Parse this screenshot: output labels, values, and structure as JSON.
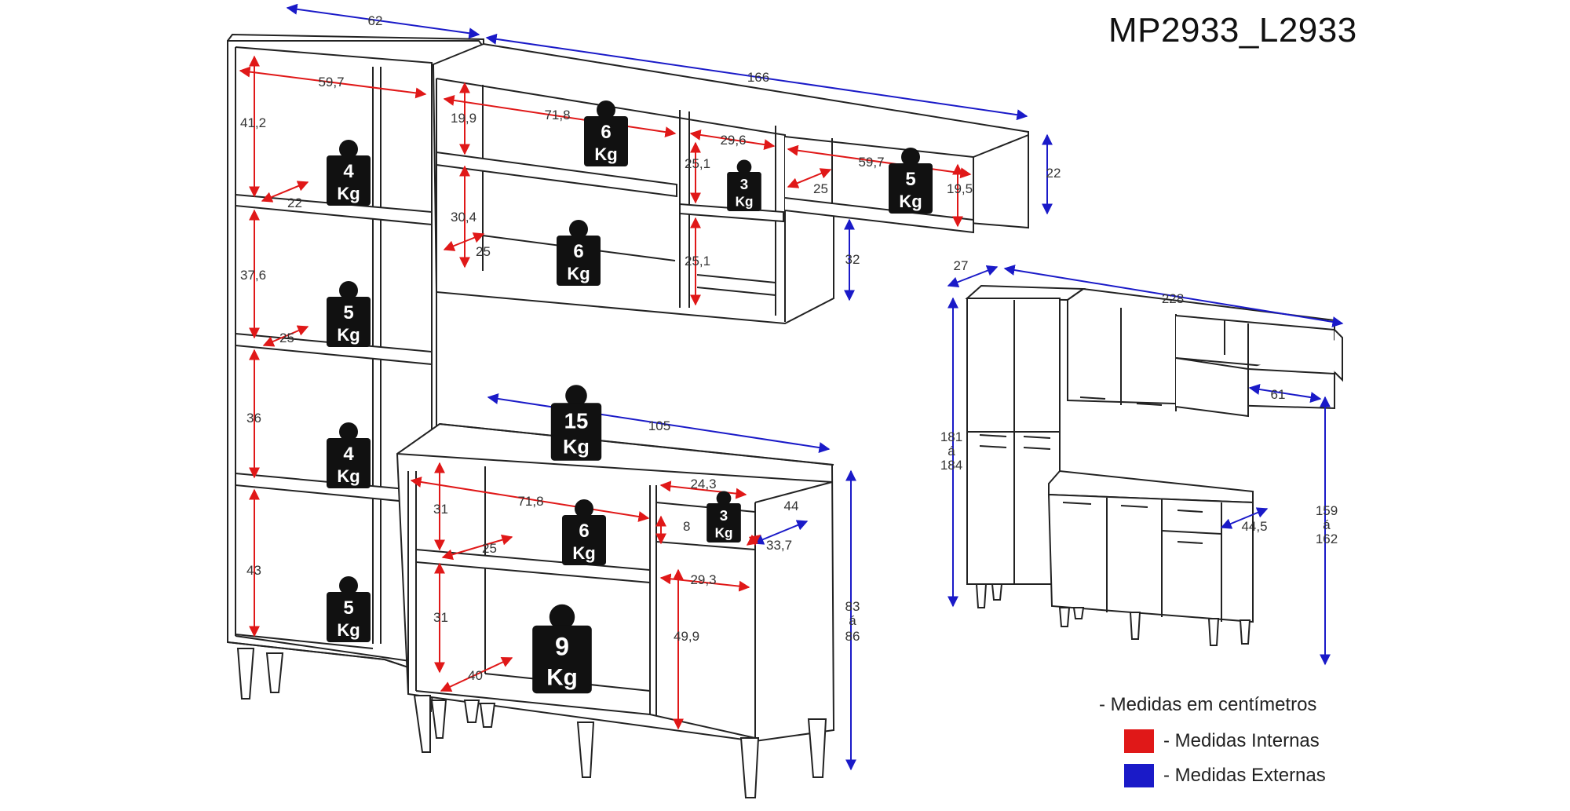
{
  "model_code": "MP2933_L2933",
  "colors": {
    "internal": "#e01818",
    "external": "#1a1ac8",
    "line": "#222222",
    "weight_badge": "#111111"
  },
  "legend": {
    "note": "- Medidas em centímetros",
    "internal_label": "- Medidas Internas",
    "external_label": "- Medidas Externas"
  },
  "weight_unit": "Kg",
  "weights": {
    "tall_shelf_1": "4",
    "tall_shelf_2": "5",
    "tall_shelf_3": "4",
    "tall_shelf_4": "5",
    "upper_left_top": "6",
    "upper_left_bottom": "6",
    "upper_mid_niche": "3",
    "upper_right_niche": "5",
    "counter_top": "15",
    "lower_shelf_top": "6",
    "lower_shelf_bottom": "9",
    "drawer": "3"
  },
  "dimensions_external": {
    "tall_width": "62",
    "upper_width": "166",
    "upper_height": "22",
    "upper_mid_height": "32",
    "counter_width": "105",
    "counter_depth": "44",
    "counter_height_line1": "83",
    "counter_height_line2": "á",
    "counter_height_line3": "86",
    "overview_depth": "27",
    "overview_width": "228",
    "overview_tall_line1": "181",
    "overview_tall_line2": "á",
    "overview_tall_line3": "184",
    "overview_niche_width": "61",
    "overview_counter_depth": "44,5",
    "overview_height_line1": "159",
    "overview_height_line2": "á",
    "overview_height_line3": "162"
  },
  "dimensions_internal": {
    "tall_inner_width": "59,7",
    "tall_h1": "41,2",
    "tall_d1": "22",
    "tall_h2": "37,6",
    "tall_d2": "25",
    "tall_h3": "36",
    "tall_h4": "43",
    "upper_left_inner_width": "71,8",
    "upper_left_h1": "19,9",
    "upper_left_h2": "30,4",
    "upper_left_depth": "25",
    "upper_mid_width": "29,6",
    "upper_mid_h1": "25,1",
    "upper_mid_h2": "25,1",
    "upper_right_width": "59,7",
    "upper_right_depth": "25",
    "upper_right_height": "19,5",
    "lower_inner_width": "71,8",
    "lower_h1": "31",
    "lower_depth1": "25",
    "lower_h2": "31",
    "lower_depth2": "40",
    "drawer_width": "24,3",
    "drawer_height": "8",
    "drawer_depth": "33,7",
    "lower_right_width": "29,3",
    "lower_right_height": "49,9"
  }
}
